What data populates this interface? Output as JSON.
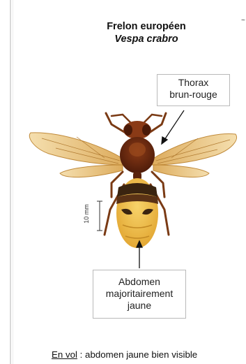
{
  "header": {
    "common_name": "Frelon européen",
    "latin_name": "Vespa crabro",
    "corner_mark": "~"
  },
  "callouts": {
    "thorax": [
      "Thorax",
      "brun-rouge"
    ],
    "abdomen": [
      "Abdomen",
      "majoritairement",
      "jaune"
    ]
  },
  "scale": {
    "label": "10 mm"
  },
  "footer": {
    "lead": "En vol",
    "rest": " : abdomen jaune bien visible"
  },
  "colors": {
    "abdomen_yellow": "#f2c14a",
    "abdomen_band": "#3a2410",
    "thorax_brown": "#6e2c12",
    "head_brown": "#8a3a16",
    "wing": "#e9c47a"
  }
}
